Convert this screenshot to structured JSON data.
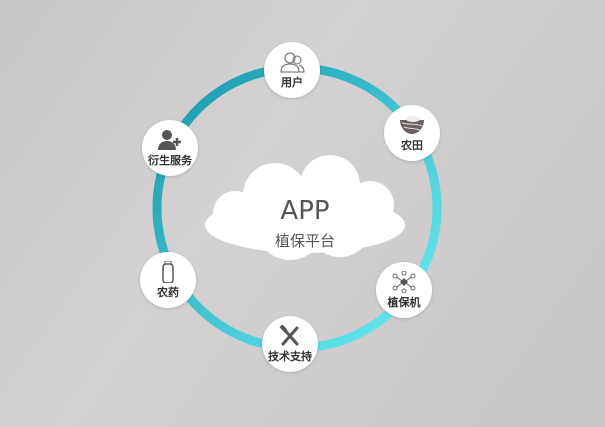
{
  "center": {
    "title": "APP",
    "subtitle": "植保平台"
  },
  "nodes": [
    {
      "label": "用户",
      "icon": "users-icon"
    },
    {
      "label": "农田",
      "icon": "farmland-icon"
    },
    {
      "label": "植保机",
      "icon": "drone-icon"
    },
    {
      "label": "技术支持",
      "icon": "tools-icon"
    },
    {
      "label": "农药",
      "icon": "bottle-icon"
    },
    {
      "label": "衍生服务",
      "icon": "user-plus-icon"
    }
  ],
  "colors": {
    "ring_dark": "#1aa3b5",
    "ring_light": "#5ee6ef",
    "background": "#cdcbcc"
  }
}
